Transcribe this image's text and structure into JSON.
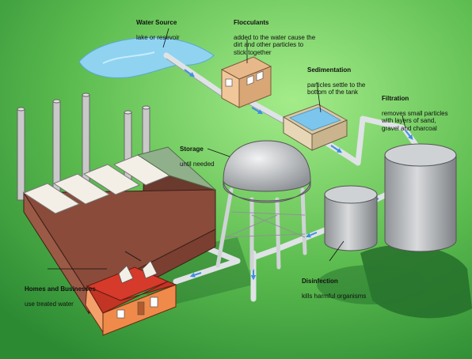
{
  "labels": {
    "water_source": {
      "title": "Water Source",
      "desc": "lake or resevoir"
    },
    "flocculants": {
      "title": "Flocculants",
      "desc": "added to the water cause the\ndirt and other particles to\nstick together"
    },
    "sedimentation": {
      "title": "Sedimentation",
      "desc": "particles settle to the\nbottom of the tank"
    },
    "filtration": {
      "title": "Filtration",
      "desc": "removes small particles\nwith layers of sand,\ngravel and charcoal"
    },
    "storage": {
      "title": "Storage",
      "desc": "until needed"
    },
    "disinfection": {
      "title": "Disinfection",
      "desc": "kills harmful organisms"
    },
    "homes": {
      "title": "Homes and Businesses",
      "desc": "use treated water"
    }
  },
  "colors": {
    "background_light": "#8ee07a",
    "background_dark": "#2f8f35",
    "water": "#8fd3f0",
    "pipe": "#dfe3e6",
    "flow_arrow": "#3c8fe0",
    "factory_wall": "#8a4b3a",
    "house_roof": "#d63a2a",
    "house_wall": "#f08a4a",
    "tank": "#b9bcc0"
  },
  "icons": {
    "flow_arrows": "flow-arrow-icon"
  }
}
